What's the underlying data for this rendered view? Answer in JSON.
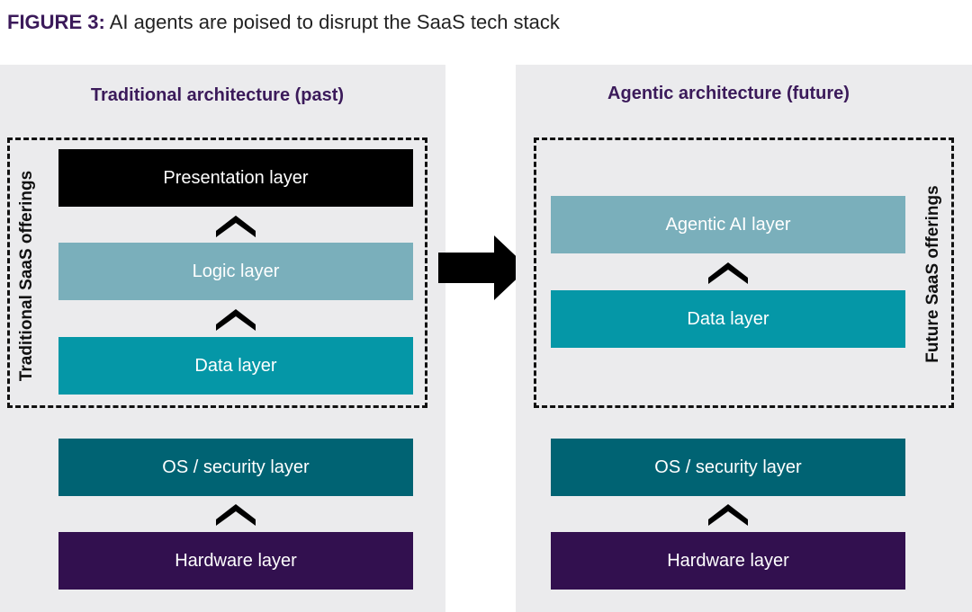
{
  "figure": {
    "label": "FIGURE 3:",
    "caption": "AI agents are poised to disrupt the SaaS tech stack"
  },
  "colors": {
    "presentation": "#000000",
    "logic": "#7aafbb",
    "data": "#0597a7",
    "os": "#006373",
    "hardware": "#32104f",
    "title": "#3b1a5a",
    "panel": "#ebebed"
  },
  "traditional": {
    "title": "Traditional architecture (past)",
    "group_label": "Traditional SaaS offerings",
    "layers": [
      "Presentation layer",
      "Logic layer",
      "Data layer",
      "OS / security layer",
      "Hardware layer"
    ]
  },
  "agentic": {
    "title": "Agentic architecture (future)",
    "group_label": "Future SaaS offerings",
    "layers": [
      "Agentic AI layer",
      "Data layer",
      "OS / security layer",
      "Hardware layer"
    ]
  }
}
